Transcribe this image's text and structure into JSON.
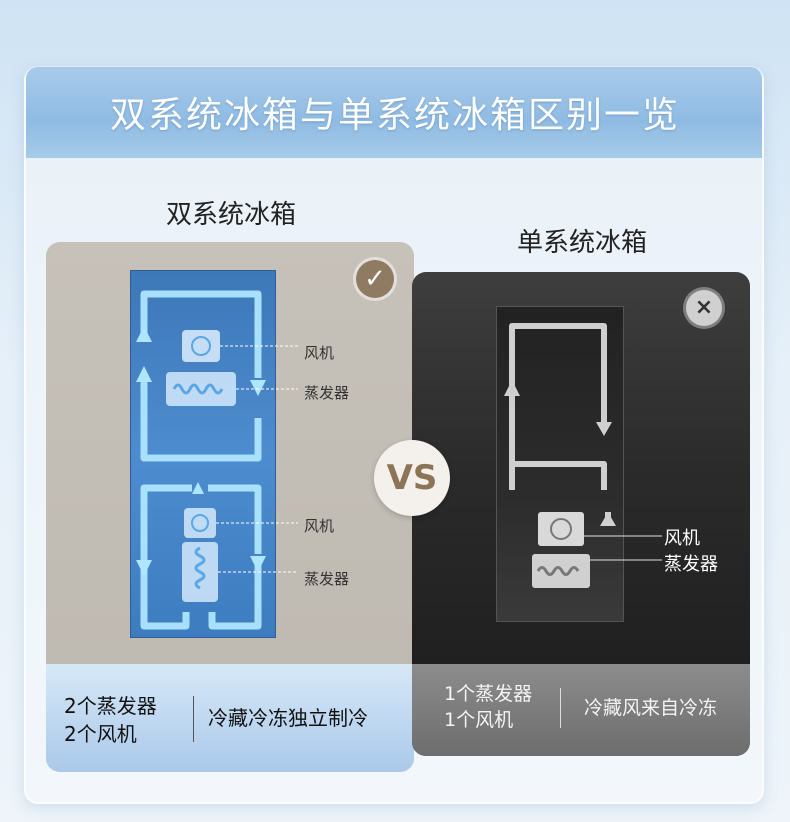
{
  "header": {
    "title": "双系统冰箱与单系统冰箱区别一览"
  },
  "left": {
    "heading": "双系统冰箱",
    "badge_icon": "check-icon",
    "labels": {
      "fan_top": "风机",
      "evap_top": "蒸发器",
      "fan_bottom": "风机",
      "evap_bottom": "蒸发器"
    },
    "summary": {
      "line1": "2个蒸发器",
      "line2": "2个风机",
      "feature": "冷藏冷冻独立制冷"
    }
  },
  "vs": {
    "label": "VS"
  },
  "right": {
    "heading": "单系统冰箱",
    "badge_icon": "close-icon",
    "labels": {
      "fan": "风机",
      "evap": "蒸发器"
    },
    "summary": {
      "line1": "1个蒸发器",
      "line2": "1个风机",
      "feature": "冷藏风来自冷冻"
    }
  },
  "colors": {
    "accent_blue": "#8fbbe3",
    "flow_blue": "#a9e3ff",
    "gold": "#8f7a62"
  }
}
